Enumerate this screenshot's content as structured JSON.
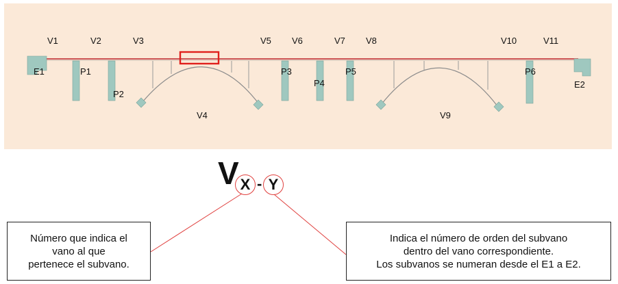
{
  "bridge": {
    "span_labels": [
      "V1",
      "V2",
      "V3",
      "V4",
      "V5",
      "V6",
      "V7",
      "V8",
      "V9",
      "V10",
      "V11"
    ],
    "pier_labels": [
      "P1",
      "P2",
      "P3",
      "P4",
      "P5",
      "P6"
    ],
    "abutment_labels": [
      "E1",
      "E2"
    ]
  },
  "notation": {
    "main_letter": "V",
    "sub_first": "X",
    "separator": "-",
    "sub_second": "Y"
  },
  "notes": {
    "left_lines": [
      "Número que indica el",
      "vano al que",
      "pertenece el subvano."
    ],
    "right_lines": [
      "Indica el número de orden del subvano",
      "dentro del vano correspondiente.",
      "Los subvanos se numeran desde el E1 a E2."
    ]
  },
  "colors": {
    "background": "#fbe9d8",
    "deck": "#c0272d",
    "pier": "#9fc8bf",
    "highlight": "#e0201c",
    "callout_line": "#e0403e"
  }
}
